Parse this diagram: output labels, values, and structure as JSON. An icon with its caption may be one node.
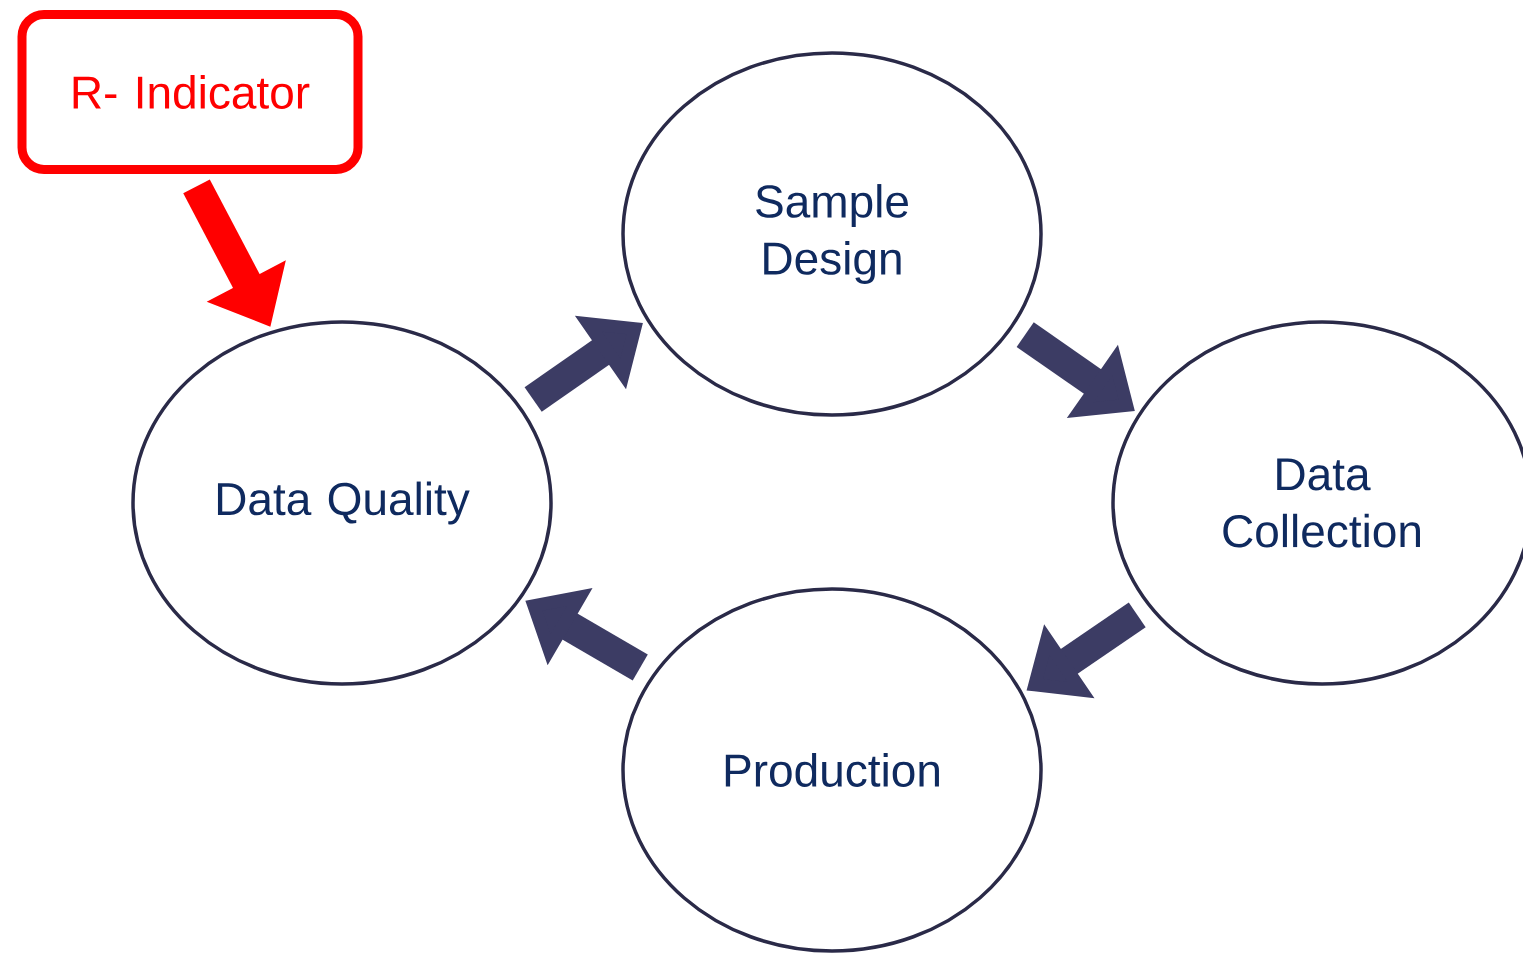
{
  "diagram": {
    "nodes": [
      {
        "text": [
          "R- Indicator"
        ]
      },
      {
        "text": [
          "Sample Design"
        ]
      },
      {
        "text": [
          "Data Quality"
        ]
      },
      {
        "text": [
          "Data Collection"
        ]
      },
      {
        "text": [
          "Production"
        ]
      }
    ],
    "edges": [
      {
        "from": 0,
        "to": 2,
        "arrow": "to",
        "color": "#ff0000"
      },
      {
        "from": 2,
        "to": 1,
        "arrow": "to"
      },
      {
        "from": 1,
        "to": 3,
        "arrow": "to"
      },
      {
        "from": 3,
        "to": 4,
        "arrow": "to"
      },
      {
        "from": 4,
        "to": 2,
        "arrow": "to"
      }
    ]
  }
}
